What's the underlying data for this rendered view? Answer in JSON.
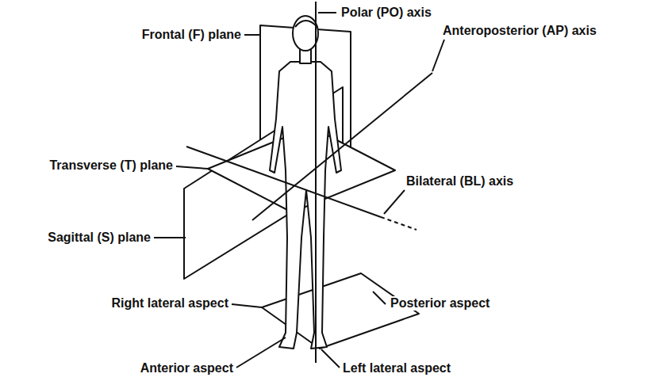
{
  "diagram": {
    "labels": [
      "Polar (PO) axis",
      "Frontal (F) plane",
      "Anteroposterior (AP) axis",
      "Transverse (T) plane",
      "Bilateral (BL) axis",
      "Sagittal (S) plane",
      "Right lateral aspect",
      "Posterior aspect",
      "Anterior aspect",
      "Left lateral aspect"
    ]
  }
}
